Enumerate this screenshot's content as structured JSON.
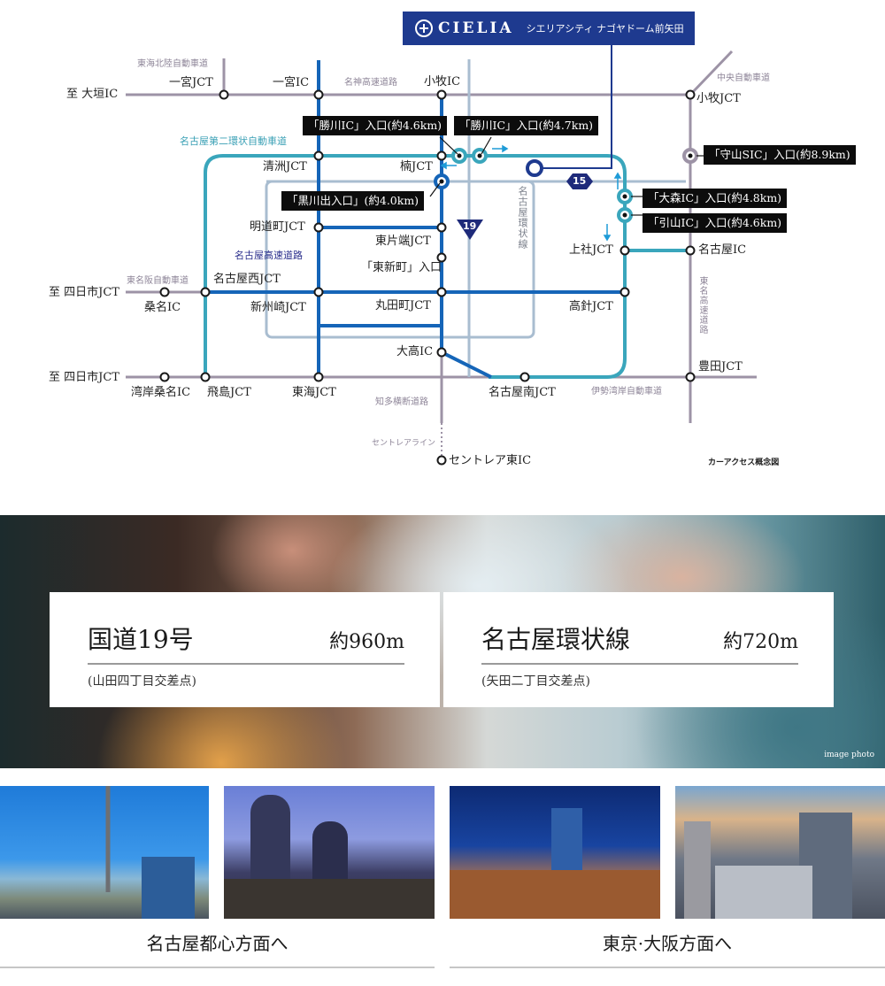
{
  "brand": {
    "logo_text": "CIELIA",
    "property_name": "シエリアシティ ナゴヤドーム前矢田",
    "color": "#1e3a8f"
  },
  "map": {
    "caption": "カーアクセス概念図",
    "roads": {
      "tokai_hokuriku": "東海北陸自動車道",
      "meishin": "名神高速道路",
      "chuo": "中央自動車道",
      "nagoya_2nd_ring": "名古屋第二環状自動車道",
      "nagoya_expressway": "名古屋高速道路",
      "higashi_meihan": "東名阪自動車道",
      "nagoya_ring_line": "名古屋環状線",
      "tomei": "東名高速道路",
      "isewangan": "伊勢湾岸自動車道",
      "chita_odan": "知多横断道路",
      "centrair_line": "セントレアライン"
    },
    "nodes": {
      "to_ogaki": "至 大垣IC",
      "ichinomiya_jct": "一宮JCT",
      "ichinomiya_ic": "一宮IC",
      "komaki_ic": "小牧IC",
      "komaki_jct": "小牧JCT",
      "kiyosu_jct": "清洲JCT",
      "kusunoki_jct": "楠JCT",
      "meidocho_jct": "明道町JCT",
      "higashikataha_jct": "東片端JCT",
      "higashishinmachi": "「東新町」入口",
      "to_yokkaichi_1": "至 四日市JCT",
      "kuwana_ic": "桑名IC",
      "nagoya_nishi_jct": "名古屋西JCT",
      "shinsuzaki_jct": "新州崎JCT",
      "marutamachi_jct": "丸田町JCT",
      "kamiyashiro_jct": "上社JCT",
      "nagoya_ic": "名古屋IC",
      "takabari_jct": "高針JCT",
      "odaka_ic": "大高IC",
      "toyota_jct": "豊田JCT",
      "to_yokkaichi_2": "至 四日市JCT",
      "wangan_kuwana_ic": "湾岸桑名IC",
      "tobishima_jct": "飛島JCT",
      "tokai_jct": "東海JCT",
      "nagoya_minami_jct": "名古屋南JCT",
      "centrair_higashi_ic": "セントレア東IC"
    },
    "route_badges": {
      "route_15": "15",
      "route_19": "19"
    },
    "callouts": {
      "kachigawa_1": "「勝川IC」入口(約4.6km)",
      "kachigawa_2": "「勝川IC」入口(約4.7km)",
      "moriyama_sic": "「守山SIC」入口(約8.9km)",
      "kurokawa": "「黒川出入口」(約4.0km)",
      "omori_ic": "「大森IC」入口(約4.8km)",
      "hikiyama_ic": "「引山IC」入口(約4.6km)"
    },
    "colors": {
      "expressway_gray": "#9d93a6",
      "ring2_teal": "#3aa6bc",
      "nagoya_exp_blue": "#1565b8",
      "ring_line_lightblue": "#a9bdd0",
      "site_navy": "#1e3a8f"
    }
  },
  "hero": {
    "cards": [
      {
        "name": "国道19号",
        "distance": "約960m",
        "note": "(山田四丁目交差点)"
      },
      {
        "name": "名古屋環状線",
        "distance": "約720m",
        "note": "(矢田二丁目交差点)"
      }
    ],
    "credit": "image photo"
  },
  "destinations": [
    {
      "label": "名古屋都心方面へ"
    },
    {
      "label": "東京·大阪方面へ"
    }
  ]
}
